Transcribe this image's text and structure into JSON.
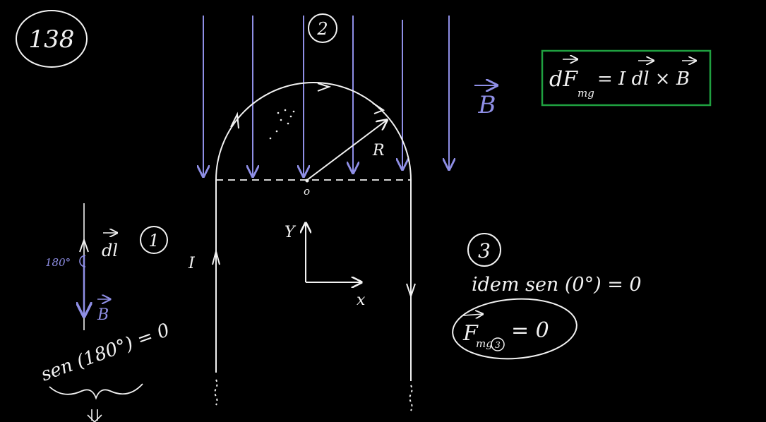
{
  "problem_number": "138",
  "regions": {
    "one": "1",
    "two": "2",
    "three": "3"
  },
  "labels": {
    "current": "I",
    "radius": "R",
    "origin": "o",
    "y_axis": "Y",
    "x_axis": "x",
    "field": "B",
    "dl": "dl",
    "b_small": "B",
    "angle": "180°"
  },
  "formula": {
    "main": "dF",
    "sub": "mg",
    "rhs": "= I dl × B"
  },
  "notes": {
    "left_sen": "sen (180°) = 0",
    "idem": "idem  sen (0°) = 0",
    "f3_main": "F",
    "f3_sub": "mg",
    "f3_circle": "3",
    "f3_rhs": "= 0"
  },
  "colors": {
    "background": "#000000",
    "chalk": "#f2f2f2",
    "field_lines": "#8f8fe6",
    "formula_box": "#1fa040"
  }
}
